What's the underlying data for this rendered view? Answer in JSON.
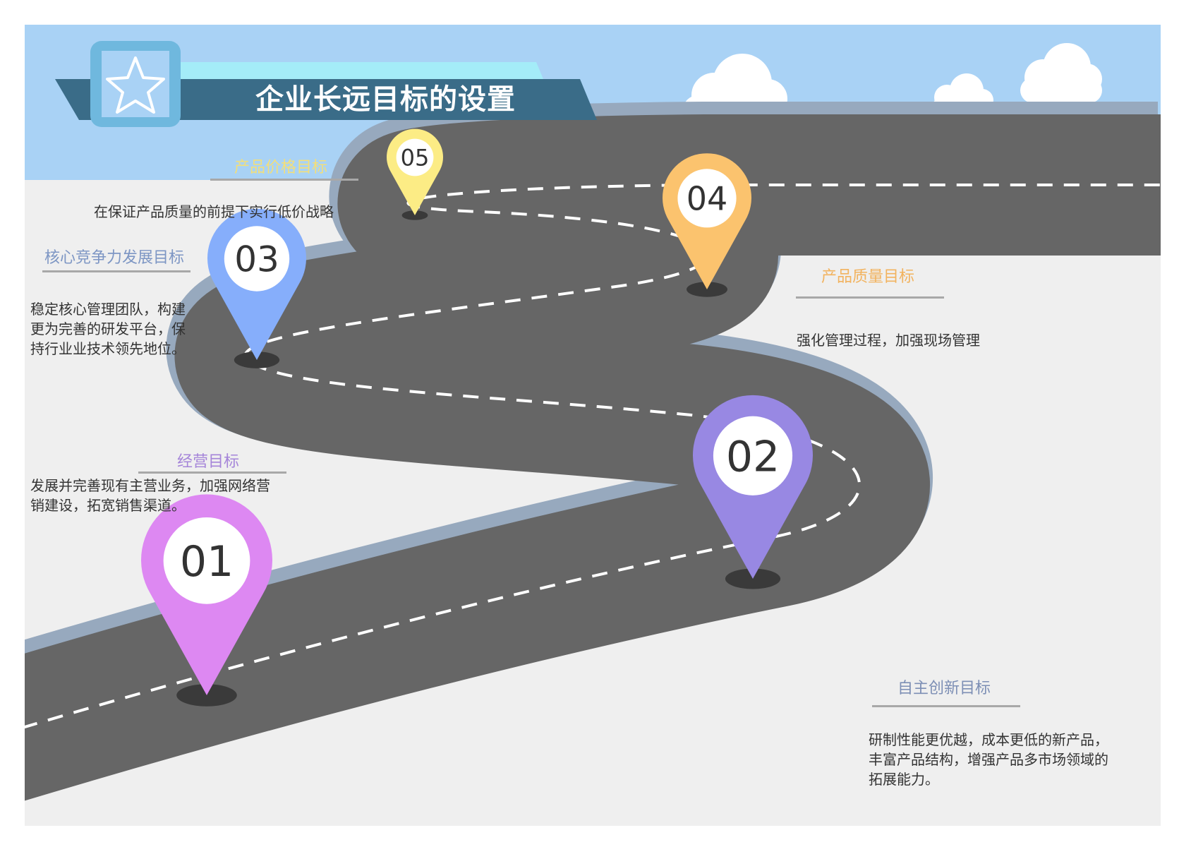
{
  "title": "企业长远目标的设置",
  "colors": {
    "sky": "#a9d2f5",
    "ground": "#efefef",
    "road": "#666666",
    "road_edge": "#97a9be",
    "banner_dark": "#3a6c88",
    "banner_light": "#a4ecf8",
    "badge": "#6fb8de"
  },
  "icons": {
    "badge": "star-icon"
  },
  "goals": [
    {
      "number": "01",
      "title": "经营目标",
      "color": "#dd88f2",
      "title_color": "#a585d9",
      "desc_lines": [
        "发展并完善现有主营业务，加强网络营",
        "销建设，拓宽销售渠道。"
      ]
    },
    {
      "number": "02",
      "title": "自主创新目标",
      "color": "#9888e3",
      "title_color": "#7d8fb5",
      "desc_lines": [
        "研制性能更优越，成本更低的新产品，",
        "丰富产品结构，增强产品多市场领域的",
        "拓展能力。"
      ]
    },
    {
      "number": "03",
      "title": "核心竞争力发展目标",
      "color": "#86aefb",
      "title_color": "#7d96c4",
      "desc_lines": [
        "稳定核心管理团队，构建",
        "更为完善的研发平台，保",
        "持行业业技术领先地位。"
      ]
    },
    {
      "number": "04",
      "title": "产品质量目标",
      "color": "#fbc36e",
      "title_color": "#f2b35f",
      "desc_lines": [
        "强化管理过程，加强现场管理"
      ]
    },
    {
      "number": "05",
      "title": "产品价格目标",
      "color": "#fcec85",
      "title_color": "#f3df7a",
      "desc_lines": [
        "在保证产品质量的前提下实行低价战略"
      ]
    }
  ]
}
